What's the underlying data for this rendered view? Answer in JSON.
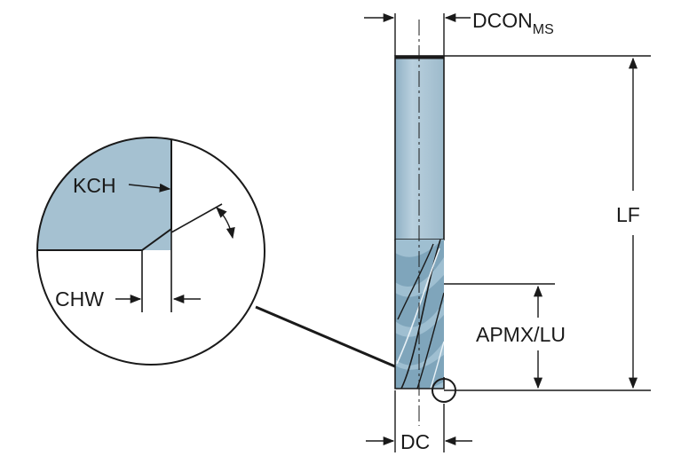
{
  "labels": {
    "dcon": "DCON",
    "dcon_sub": "MS",
    "lf": "LF",
    "apmx": "APMX/LU",
    "dc": "DC",
    "kch": "KCH",
    "chw": "CHW"
  },
  "colors": {
    "tool_fill": "#aac4d4",
    "tool_dark": "#7fa6bd",
    "detail_fill": "#a5c1d1",
    "line": "#1a1a1a"
  }
}
